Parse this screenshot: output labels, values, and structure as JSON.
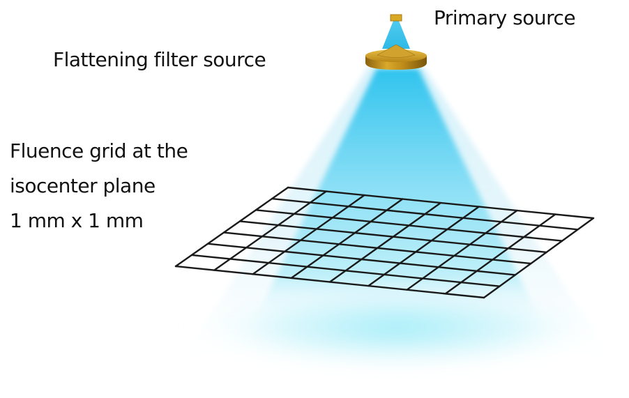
{
  "labels": {
    "primary_source": "Primary source",
    "flattening_filter_source": "Flattening filter source",
    "grid_line1": "Fluence grid at the",
    "grid_line2": "isocenter plane",
    "grid_line3": "1 mm x 1 mm"
  },
  "colors": {
    "beam": "#35c6ee",
    "beam_light": "#bfe9f7",
    "filter_gold": "#c8961c",
    "filter_dark": "#8a6210",
    "source_gold": "#d9a925",
    "grid_line": "#1a1a1a",
    "text": "#111111"
  }
}
